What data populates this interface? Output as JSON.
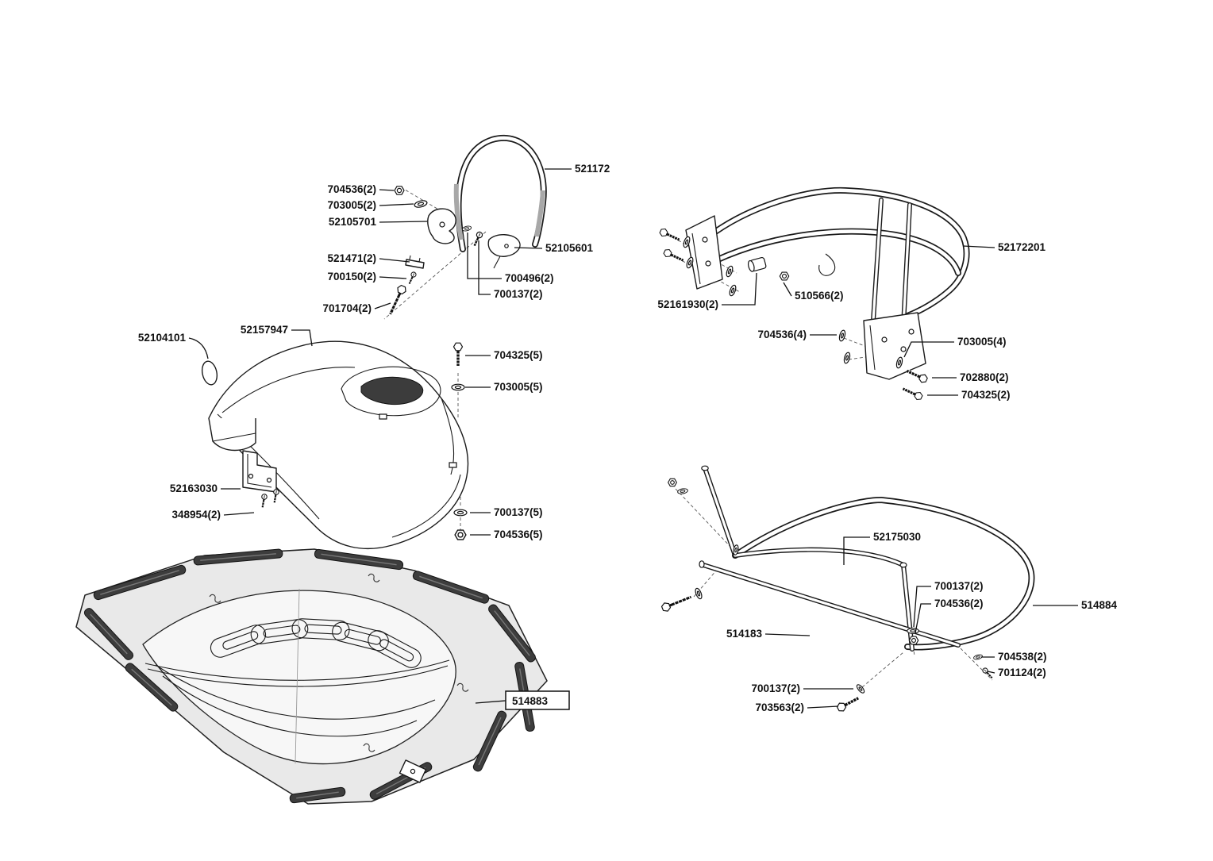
{
  "page": {
    "background": "#ffffff",
    "diagram_type": "exploded parts diagram",
    "line_color": "#1a1a1a",
    "panel_fill": "#e9e9e9",
    "trim_color": "#3d3d3d"
  },
  "assemblies": {
    "handlebar": {
      "name": "handlebar-assembly",
      "callouts": {
        "handle": "521172",
        "locknut": "704536(2)",
        "washer": "703005(2)",
        "clamp": "52105701",
        "guide": "52105601",
        "clip": "521471(2)",
        "pin": "700150(2)",
        "washer_small": "700496(2)",
        "screw": "700137(2)",
        "bolt": "701704(2)"
      }
    },
    "hood": {
      "name": "hood-assembly",
      "callouts": {
        "plug": "52104101",
        "hood": "52157947",
        "bolt": "704325(5)",
        "washer": "703005(5)",
        "bracket": "52163030",
        "screws": "348954(2)",
        "washer_lower": "700137(5)",
        "nut": "704536(5)"
      }
    },
    "floor_pan": {
      "name": "floor-pan",
      "callouts": {
        "pan": "514883"
      }
    },
    "rollbar": {
      "name": "rollbar-frame",
      "callouts": {
        "frame": "52172201",
        "bushing": "52161930(2)",
        "nut": "510566(2)",
        "washers": "704536(4)",
        "washers_lower": "703005(4)",
        "bolt": "702880(2)",
        "bolt_small": "704325(2)"
      }
    },
    "support_frame": {
      "name": "support-frame",
      "callouts": {
        "frame": "52175030",
        "washer_post": "700137(2)",
        "nut_post": "704536(2)",
        "side_frame": "514884",
        "cross_bar": "514183",
        "washer_end": "704538(2)",
        "screw_end": "701124(2)",
        "washer_front": "700137(2)",
        "bolt_front": "703563(2)"
      }
    }
  }
}
